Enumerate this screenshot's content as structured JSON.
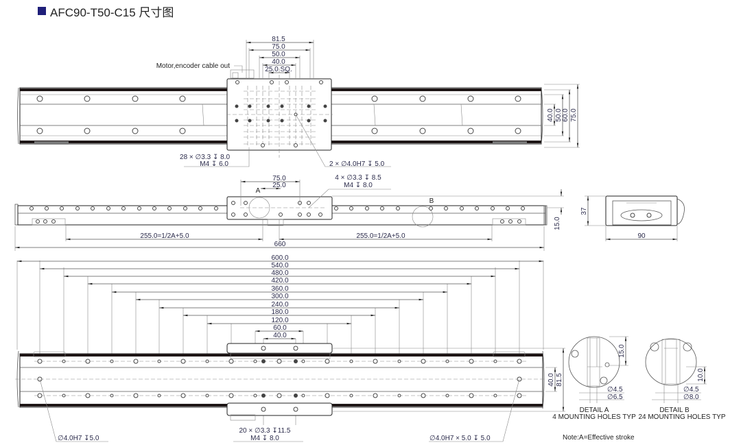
{
  "title": {
    "marker_color": "#1f1f7a",
    "text": "AFC90-T50-C15 尺寸图"
  },
  "top_view": {
    "cable_label": "Motor,encoder cable out",
    "carriage_widths": [
      "81.5",
      "75.0",
      "50.0",
      "40.0",
      "25.0 SQ."
    ],
    "height_dims": [
      "40.0",
      "50.0",
      "60.0",
      "75.0"
    ],
    "callout_holes_line1": "28 × ∅3.3 ↧ 8.0",
    "callout_holes_line2": "M4 ↧ 6.0",
    "callout_pin": "2 × ∅4.0H7 ↧ 5.0"
  },
  "side_view": {
    "dim_75": "75.0",
    "dim_25": "25.0",
    "detail_a_label": "A",
    "detail_b_label": "B",
    "callout_line1": "4 × ∅3.3 ↧ 8.5",
    "callout_line2": "M4 ↧ 8.0",
    "left_dim": "255.0=1/2A+5.0",
    "right_dim": "255.0=1/2A+5.0",
    "total_length": "660",
    "height_dim": "15.0"
  },
  "end_view": {
    "height": "37",
    "width": "90"
  },
  "bottom_view": {
    "spacing_dims": [
      "600.0",
      "540.0",
      "480.0",
      "420.0",
      "360.0",
      "300.0",
      "240.0",
      "180.0",
      "120.0",
      "60.0",
      "40.0"
    ],
    "height_dims": [
      "40.0",
      "81.5"
    ],
    "callout_left": "∅4.0H7 ↧5.0",
    "callout_mid_line1": "20 × ∅3.3 ↧11.5",
    "callout_mid_line2": "M4 ↧ 8.0",
    "callout_right": "∅4.0H7 × 5.0 ↧ 5.0"
  },
  "detail_a": {
    "dim_depth": "15.0",
    "dia_small": "∅4.5",
    "dia_large": "∅6.5",
    "title": "DETAIL A",
    "subtitle": "4 MOUNTING HOLES TYP"
  },
  "detail_b": {
    "dim_depth": "10.0",
    "dia_small": "∅4.5",
    "dia_large": "∅8.0",
    "title": "DETAIL B",
    "subtitle": "24 MOUNTING HOLES TYP"
  },
  "note": "Note:A=Effective stroke"
}
